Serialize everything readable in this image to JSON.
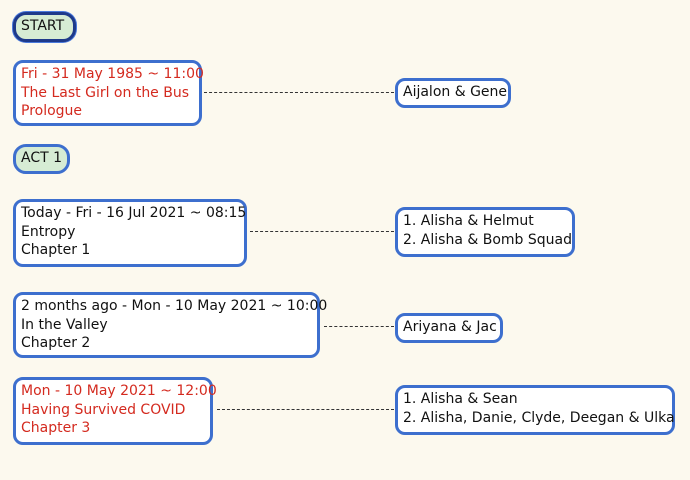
{
  "start_label": "START",
  "act_label": "ACT 1",
  "prologue": {
    "scene": [
      "Fri - 31 May 1985 ~ 11:00",
      "The Last Girl on the Bus",
      "Prologue"
    ],
    "characters": [
      "Aijalon & Gene"
    ]
  },
  "chapters": [
    {
      "scene": [
        "Today - Fri - 16 Jul 2021 ~ 08:15",
        "Entropy",
        "Chapter 1"
      ],
      "characters": [
        "1. Alisha & Helmut",
        "2. Alisha & Bomb Squad"
      ]
    },
    {
      "scene": [
        "2 months ago - Mon - 10 May 2021 ~ 10:00",
        "In the Valley",
        "Chapter 2"
      ],
      "characters": [
        "Ariyana & Jac"
      ]
    },
    {
      "scene": [
        "Mon - 10 May 2021 ~ 12:00",
        "Having Survived COVID",
        "Chapter 3"
      ],
      "characters": [
        "1. Alisha & Sean",
        "2. Alisha, Danie, Clyde, Deegan & Ulka"
      ]
    }
  ],
  "colors": {
    "background": "#fcf9ee",
    "border": "#3d6fce",
    "label_fill": "#d6ecd4",
    "highlight_text": "#d42a1f"
  }
}
